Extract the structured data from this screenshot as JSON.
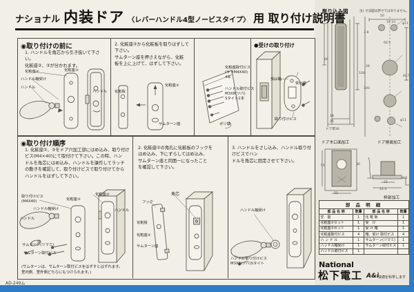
{
  "colors": {
    "scan_edge": "#2e7cc6",
    "paper": "#f2efe7",
    "ink": "#26241f"
  },
  "title": {
    "prefix": "ナショナル",
    "main": "内装ドア",
    "paren": "〈レバーハンドル4型ノービスタイプ〉",
    "suffix": "用 取り付け説明書"
  },
  "page": {
    "doc_code": "AD-249ム"
  },
  "before": {
    "heading": "◉取り付けの前に",
    "step1": {
      "text": "1. ハンドルを角芯から引き抜いて下さい。\n化粧座②、③が分かれます。",
      "labels": {
        "seat2": "化粧座②",
        "bearing": "ハンドル軸受け",
        "handle": "ハンドル",
        "seat3": "化粧座③",
        "handle2": "ハンドル"
      }
    },
    "step2": {
      "text": "2. 化粧座②から化粧板を取りはずして\n下さい。\nサムターン座を押さえながら、化粧\n板を上に上げて、はずして下さい。",
      "labels": {
        "plate": "化粧板",
        "seat2": "化粧座②",
        "tb_seat": "サムターン座"
      }
    },
    "bag": {
      "screws1": "化粧座取付ビス\n(サラM4X40)\n4本",
      "screws2": "ハンドル取付ビス\nM3X8(ツバ)\nSタイト1本",
      "bag_label": "ポリ袋"
    },
    "strike": {
      "heading": "●受けの取り付け",
      "labels": {
        "box": "受け箱",
        "seat": "受け座",
        "screw": "取り付けビス"
      }
    }
  },
  "order": {
    "heading": "◉取り付け順序",
    "step1": {
      "text": "1. 化粧座②、③をドア穴加工部にはめ込み、取り付け\nビス(M4×40)にて取付けて下さい。この時、ハン\nドルを角芯にはめ込み、ハンドルを操作してラッチ\nの動きを確認して、取り付けビスで取り付けてから\nハンドルをはずして下さい。",
      "labels": {
        "screw": "取り付けビス\n(M4X40)",
        "seat3": "化粧座③",
        "seat2": "化粧座②",
        "handle_r": "ハンドル",
        "bearing": "ハンドル軸受け",
        "handle": "ハンドル",
        "thumbturn": "サムターン(ツマミ)",
        "tb_screw": "サムターン取付ビス"
      },
      "note": "(サムターンは、サムターン取付ビスをはずすとはずれます。\n室内側、室外側どちらにもつけられます。)"
    },
    "step2": {
      "text": "2. 化粧座②の角孔に化粧板のフックを\nはめ込み、下にずらしてはめ込み、\nサムターン座と同面一になったこと\nを確認して下さい。",
      "labels": {
        "core": "角芯",
        "hook": "フック",
        "plate": "化粧板",
        "seat2": "化粧座②",
        "tb_seat": "サムターン座"
      }
    },
    "step3": {
      "text": "3. ハンドルをさし込み、ハンドル取り付けビスでハン\nドルを角芯に固定させて下さい。",
      "labels": {
        "bearing": "ハンドル軸受け",
        "screw": "ハンドル取り付けビス\nM3X8(ツバ)Sタイト"
      }
    }
  },
  "right": {
    "heading": "彫り込み図",
    "note": "注) 寸法図は原寸ではありません。",
    "captions": {
      "edge": "ドア木口面加工",
      "side": "ドア側面加工",
      "frame": "枠部加工"
    },
    "dims": {
      "edge": {
        "h60": "60",
        "h100": "100",
        "w18": "18",
        "w25": "25",
        "door": "ドア厚36"
      },
      "side": {
        "w50": "50",
        "w1010": "10 10",
        "phi11": "φ11",
        "t38": "3.8",
        "h605": "60.5",
        "h28": "28",
        "h100": "100",
        "h825": "82.5",
        "phi11b": "φ11"
      },
      "mort": {
        "h55": "55",
        "w23": "23",
        "h36": "36"
      },
      "frame": {
        "w21": "21",
        "w455": "45.5",
        "h95": "9.5"
      }
    }
  },
  "parts": {
    "title": "部 品 明 細",
    "headers": [
      "部 品 名 称",
      "数量",
      "部 品 名 称",
      "数量"
    ],
    "rows": [
      [
        "空　錠",
        "1",
        "化 粧 板",
        "1"
      ],
      [
        "化粧座②セット",
        "1",
        "受　け",
        "1"
      ],
      [
        "化粧座③セット",
        "1",
        "受 け 箱",
        "1"
      ],
      [
        "化粧座取付ビス",
        "4",
        "箱、受け 取付ビス",
        "4"
      ],
      [
        "ハ ン ド ル",
        "1",
        "サムターン(ツマミ)",
        "1"
      ],
      [
        "ハンドル軸受け",
        "1",
        "サムターン取付ビス",
        "1"
      ],
      [
        "ハンドル取付ビス",
        "1",
        "",
        ""
      ]
    ]
  },
  "footer": {
    "brand": "National",
    "company": "松下電工",
    "ai": "A&i",
    "tagline": "快適を科学します"
  }
}
